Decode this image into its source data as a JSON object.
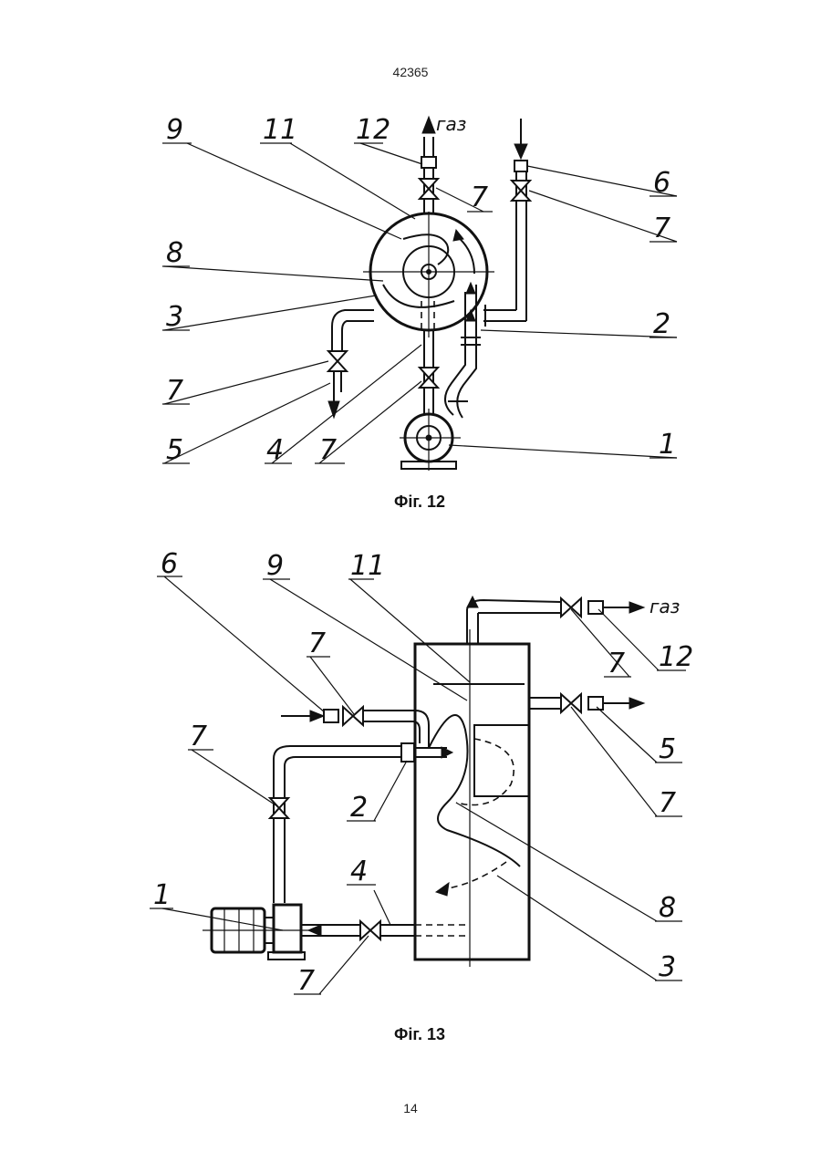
{
  "header": {
    "doc_number": "42365"
  },
  "footer": {
    "page_number": "14"
  },
  "fig12": {
    "caption": "Фіг. 12",
    "gas_label": "газ",
    "labels": {
      "n9": "9",
      "n11": "11",
      "n12": "12",
      "n6": "6",
      "n7a": "7",
      "n7b": "7",
      "n8": "8",
      "n3": "3",
      "n2": "2",
      "n7c": "7",
      "n5": "5",
      "n4": "4",
      "n7d": "7",
      "n1": "1"
    }
  },
  "fig13": {
    "caption": "Фіг. 13",
    "gas_label": "газ",
    "labels": {
      "n6": "6",
      "n9": "9",
      "n11": "11",
      "n7a": "7",
      "n7b": "7",
      "n2": "2",
      "n4": "4",
      "n1": "1",
      "n7c": "7",
      "n7d": "7",
      "n12": "12",
      "n5": "5",
      "n7e": "7",
      "n8": "8",
      "n3": "3"
    }
  }
}
